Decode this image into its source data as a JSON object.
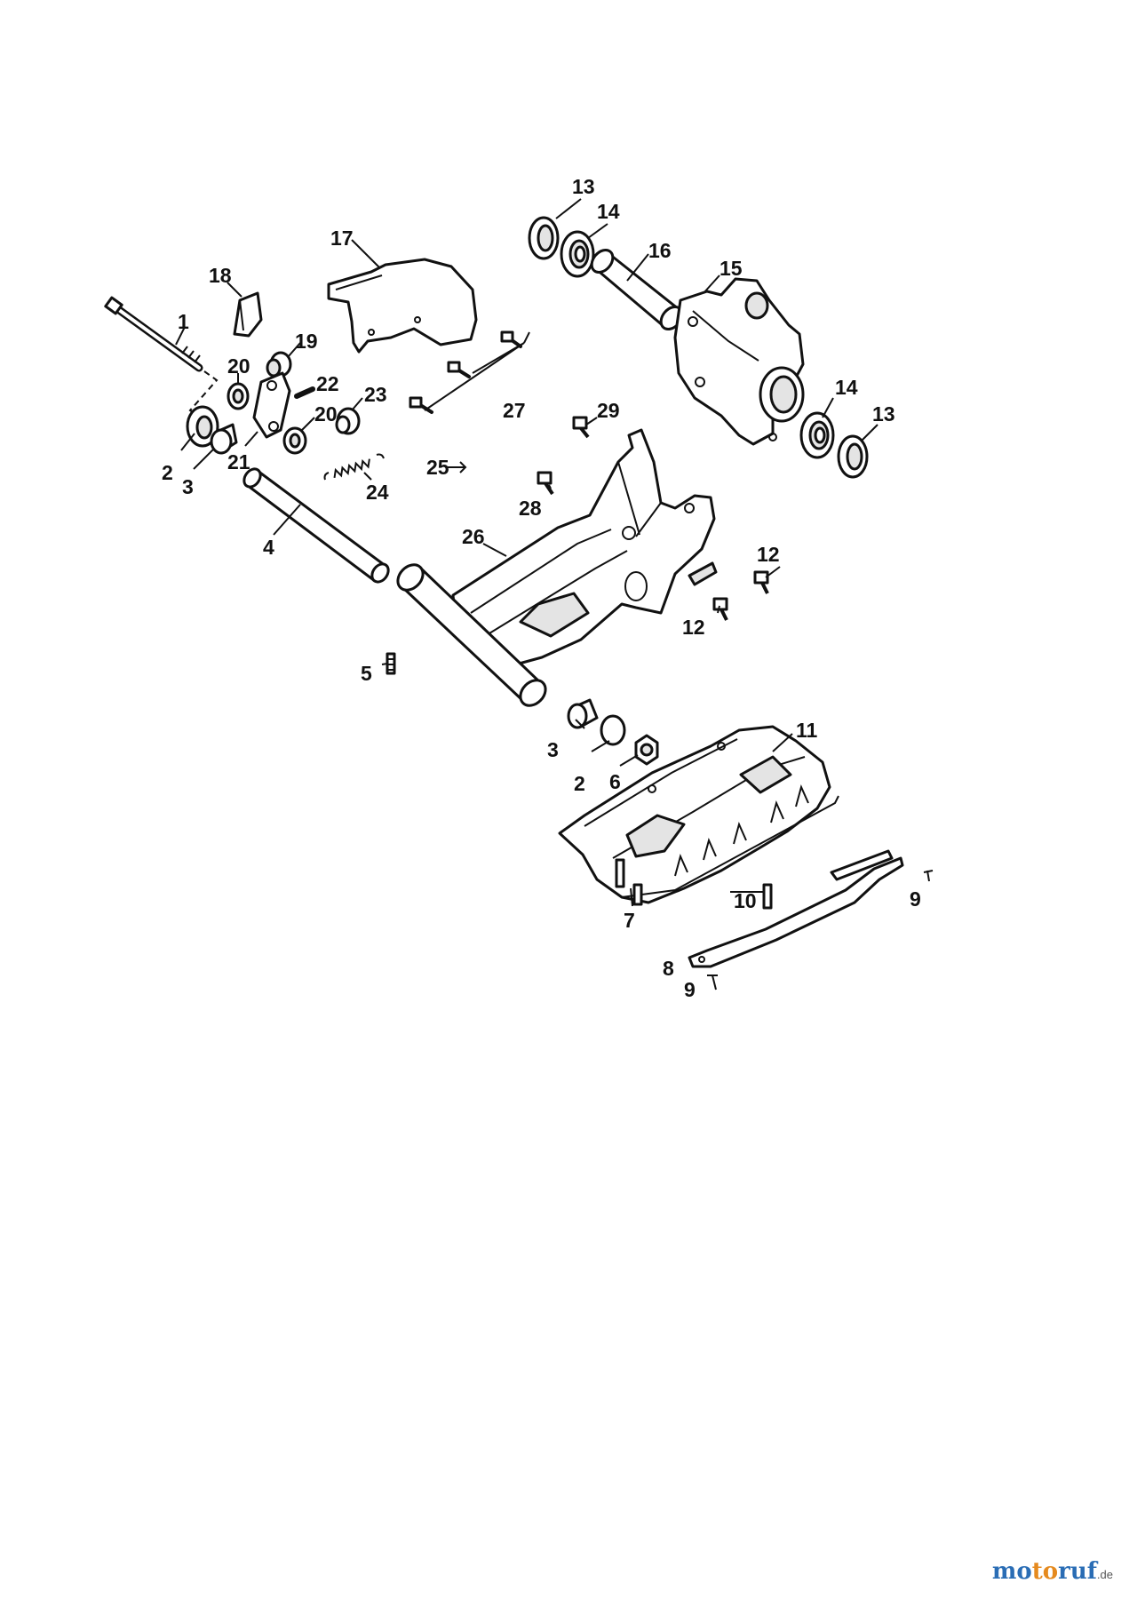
{
  "diagram": {
    "callouts": [
      {
        "id": "c1",
        "text": "1"
      },
      {
        "id": "c2a",
        "text": "2"
      },
      {
        "id": "c2b",
        "text": "2"
      },
      {
        "id": "c3a",
        "text": "3"
      },
      {
        "id": "c3b",
        "text": "3"
      },
      {
        "id": "c4",
        "text": "4"
      },
      {
        "id": "c5",
        "text": "5"
      },
      {
        "id": "c6",
        "text": "6"
      },
      {
        "id": "c7",
        "text": "7"
      },
      {
        "id": "c8",
        "text": "8"
      },
      {
        "id": "c9a",
        "text": "9"
      },
      {
        "id": "c9b",
        "text": "9"
      },
      {
        "id": "c10",
        "text": "10"
      },
      {
        "id": "c11",
        "text": "11"
      },
      {
        "id": "c12a",
        "text": "12"
      },
      {
        "id": "c12b",
        "text": "12"
      },
      {
        "id": "c13a",
        "text": "13"
      },
      {
        "id": "c13b",
        "text": "13"
      },
      {
        "id": "c14a",
        "text": "14"
      },
      {
        "id": "c14b",
        "text": "14"
      },
      {
        "id": "c15",
        "text": "15"
      },
      {
        "id": "c16",
        "text": "16"
      },
      {
        "id": "c17",
        "text": "17"
      },
      {
        "id": "c18",
        "text": "18"
      },
      {
        "id": "c19",
        "text": "19"
      },
      {
        "id": "c20a",
        "text": "20"
      },
      {
        "id": "c20b",
        "text": "20"
      },
      {
        "id": "c21",
        "text": "21"
      },
      {
        "id": "c22",
        "text": "22"
      },
      {
        "id": "c23",
        "text": "23"
      },
      {
        "id": "c24",
        "text": "24"
      },
      {
        "id": "c25",
        "text": "25"
      },
      {
        "id": "c26",
        "text": "26"
      },
      {
        "id": "c27",
        "text": "27"
      },
      {
        "id": "c28",
        "text": "28"
      },
      {
        "id": "c29",
        "text": "29"
      }
    ]
  },
  "watermark": {
    "part1": "mo",
    "part2": "to",
    "part3": "ruf",
    "tld": ".de"
  }
}
